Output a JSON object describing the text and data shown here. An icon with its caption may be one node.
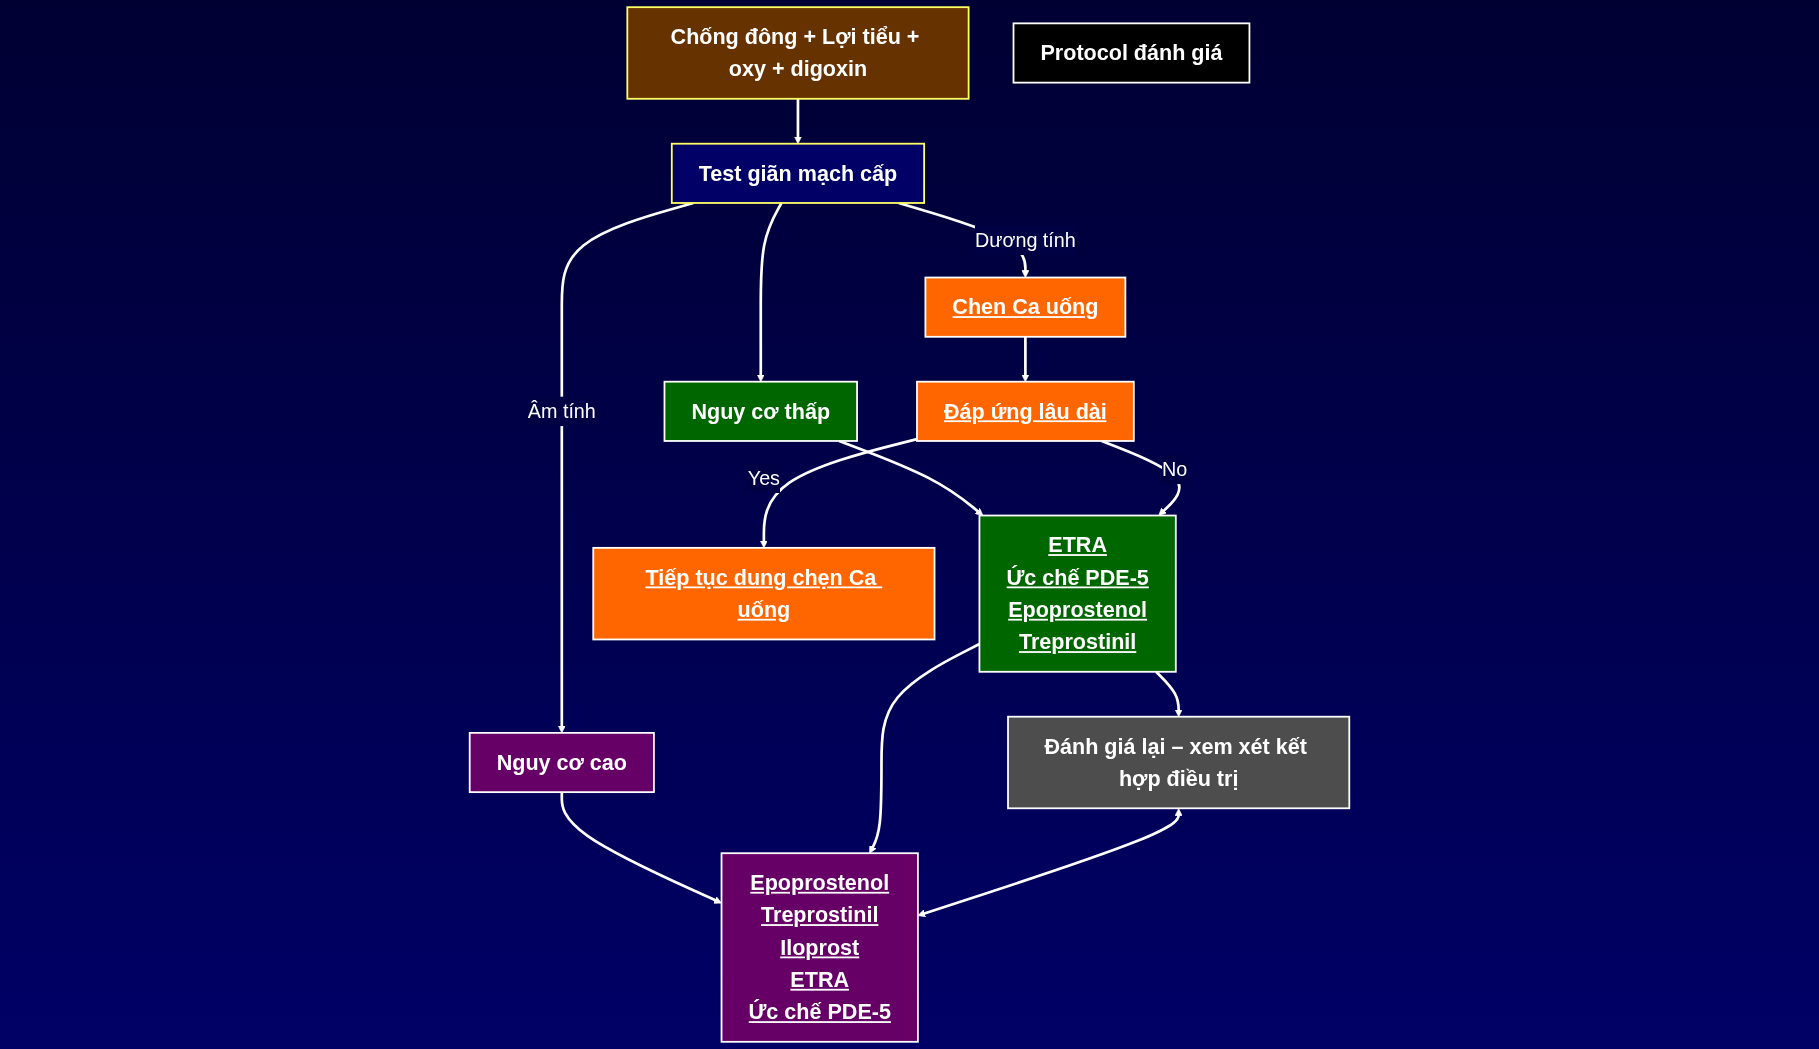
{
  "diagram": {
    "nodes": [
      {
        "text": [
          "Chống đông + Lợi tiểu + oxy + digoxin"
        ]
      },
      {
        "text": [
          "Test giãn mạch cấp"
        ]
      },
      {
        "text": [
          "Chen Ca uống"
        ]
      },
      {
        "text": [
          "Nguy cơ thấp"
        ]
      },
      {
        "text": [
          "Nguy cơ cao"
        ]
      },
      {
        "text": [
          "ETRA",
          "Ức chế PDE-5",
          "Epoprostenol",
          "Treprostinil"
        ]
      },
      {
        "text": [
          "Epoprostenol",
          "Treprostinil",
          "Iloprost",
          "ETRA",
          "Ức chế PDE-5"
        ]
      },
      {
        "text": [
          "Đáp ứng lâu dài"
        ]
      },
      {
        "text": [
          "Đánh giá lại – xem xét kết hợp điều trị"
        ]
      },
      {
        "text": [
          "Tiếp tục dung chẹn Ca uống"
        ]
      },
      {
        "text": [
          "Protocol đánh giá"
        ]
      }
    ],
    "edges": [
      {
        "from": 0,
        "to": 1,
        "arrow": "to"
      },
      {
        "from": 1,
        "to": 2,
        "arrow": "to",
        "label": "Dương tính"
      },
      {
        "from": 1,
        "to": 3,
        "arrow": "to"
      },
      {
        "from": 1,
        "to": 4,
        "arrow": "to",
        "label": "Âm tính"
      },
      {
        "from": 3,
        "to": 5,
        "arrow": "to"
      },
      {
        "from": 4,
        "to": 6,
        "arrow": "to"
      },
      {
        "from": 2,
        "to": 7,
        "arrow": "to"
      },
      {
        "from": 7,
        "to": 5,
        "arrow": "to",
        "label": "No"
      },
      {
        "from": 5,
        "to": 6,
        "arrow": "to"
      },
      {
        "from": 5,
        "to": 8,
        "arrow": "to"
      },
      {
        "from": 8,
        "to": 6,
        "arrow": "both"
      },
      {
        "from": 7,
        "to": 9,
        "arrow": "to",
        "label": "Yes"
      }
    ]
  }
}
